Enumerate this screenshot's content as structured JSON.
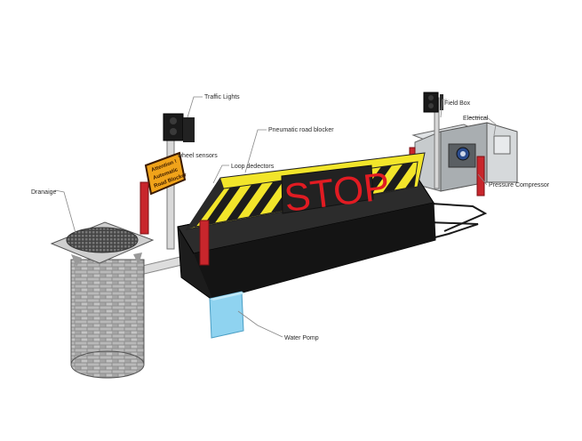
{
  "labels": {
    "traffic_lights": "Traffic Lights",
    "pneumatic_road_blocker": "Pneumatic road blocker",
    "field_box": "Field Box",
    "electrical": "Electrical",
    "wheel_sensors": "wheel sensors",
    "loop_detectors": "Loop dedectors",
    "pressure_compressor": "Pressure Compressor",
    "drainage": "Dranaige",
    "water_pump": "Water Pomp"
  },
  "blocker_text": "STOP",
  "sign_text": [
    "Attention !",
    "Automatic",
    "Road Blocker"
  ],
  "colors": {
    "stripe_yellow": "#f2e52a",
    "stop_red": "#e11b22",
    "body_black": "#1c1c1c",
    "bollard_red": "#c8262c",
    "pump_blue": "#8fd3f0",
    "sign_orange": "#f0a31a"
  }
}
